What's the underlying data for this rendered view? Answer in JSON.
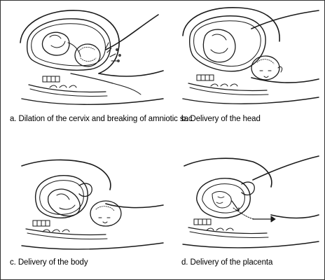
{
  "stages": [
    {
      "caption": "a. Dilation of the cervix and breaking of amniotic sac"
    },
    {
      "caption": "b. Delivery of the head"
    },
    {
      "caption": "c. Delivery of the body"
    },
    {
      "caption": "d. Delivery of the placenta"
    }
  ],
  "colors": {
    "line": "#1a1a1a",
    "fill": "#ffffff",
    "border": "#333333"
  }
}
